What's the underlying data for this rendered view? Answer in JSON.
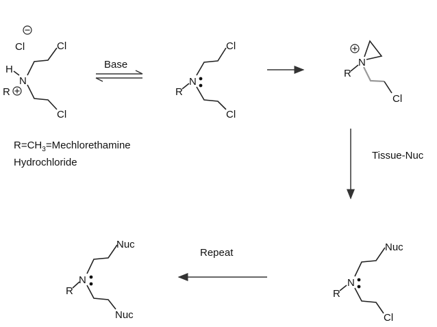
{
  "molecules": {
    "start": {
      "counter_ion": "Cl",
      "h": "H",
      "n": "N",
      "r": "R",
      "cl_top": "Cl",
      "cl_bottom": "Cl"
    },
    "free_amine": {
      "n": "N",
      "r": "R",
      "cl_top": "Cl",
      "cl_bottom": "Cl"
    },
    "aziridinium": {
      "n": "N",
      "r": "R",
      "cl": "Cl"
    },
    "mono_adduct": {
      "n": "N",
      "r": "R",
      "nuc": "Nuc",
      "cl": "Cl"
    },
    "bis_adduct": {
      "n": "N",
      "r": "R",
      "nuc_top": "Nuc",
      "nuc_bottom": "Nuc"
    }
  },
  "caption": {
    "line1_prefix": "R=CH",
    "line1_sub": "3",
    "line1_suffix": "=Mechlorethamine",
    "line2": "Hydrochloride"
  },
  "arrows": {
    "base": "Base",
    "tissue": "Tissue-Nuc",
    "repeat": "Repeat"
  }
}
